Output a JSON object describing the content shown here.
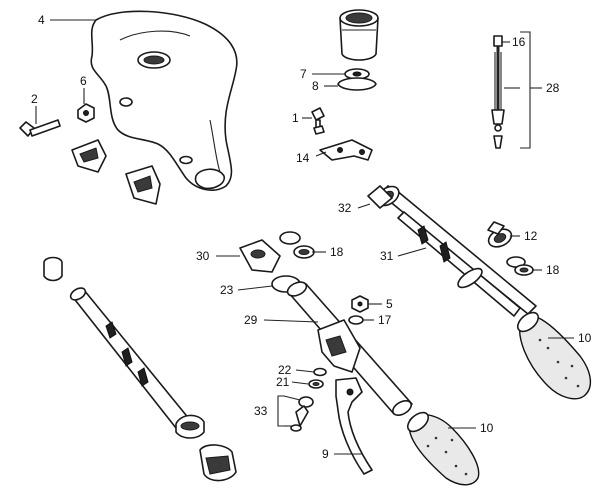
{
  "callouts": {
    "c4": "4",
    "c6": "6",
    "c2": "2",
    "c7": "7",
    "c8": "8",
    "c1": "1",
    "c14": "14",
    "c16": "16",
    "c28": "28",
    "c32": "32",
    "c12": "12",
    "c31": "31",
    "c18b": "18",
    "c30": "30",
    "c18a": "18",
    "c23": "23",
    "c5": "5",
    "c17": "17",
    "c29": "29",
    "c10a": "10",
    "c10b": "10",
    "c22": "22",
    "c21": "21",
    "c33": "33",
    "c9": "9"
  }
}
